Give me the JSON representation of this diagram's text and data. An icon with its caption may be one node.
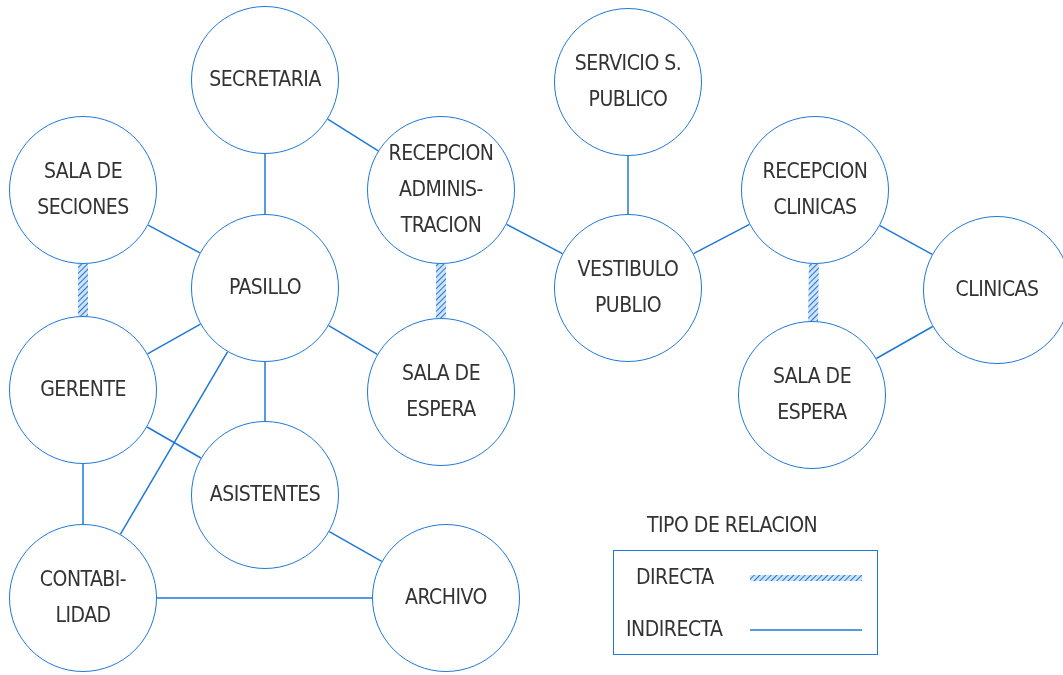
{
  "diagram": {
    "nodes": [
      {
        "text": [
          "SECRETARIA"
        ]
      },
      {
        "text": [
          "SALA DE SECIONES"
        ]
      },
      {
        "text": [
          "RECEPCION ADMINIS- TRACION"
        ]
      },
      {
        "text": [
          "SERVICIO S. PUBLICO"
        ]
      },
      {
        "text": [
          "RECEPCION CLINICAS"
        ]
      },
      {
        "text": [
          "PASILLO"
        ]
      },
      {
        "text": [
          "VESTIBULO PUBLIO"
        ]
      },
      {
        "text": [
          "CLINICAS"
        ]
      },
      {
        "text": [
          "GERENTE"
        ]
      },
      {
        "text": [
          "SALA DE ESPERA"
        ]
      },
      {
        "text": [
          "SALA DE ESPERA"
        ]
      },
      {
        "text": [
          "ASISTENTES"
        ]
      },
      {
        "text": [
          "CONTABI- LIDAD"
        ]
      },
      {
        "text": [
          "ARCHIVO"
        ]
      }
    ],
    "edges": [
      {
        "from": 0,
        "to": 5,
        "arrow": "none"
      },
      {
        "from": 0,
        "to": 2,
        "arrow": "none"
      },
      {
        "from": 1,
        "to": 5,
        "arrow": "none"
      },
      {
        "from": 1,
        "to": 8,
        "arrow": "none",
        "style": "thick"
      },
      {
        "from": 5,
        "to": 8,
        "arrow": "none"
      },
      {
        "from": 5,
        "to": 9,
        "arrow": "none"
      },
      {
        "from": 5,
        "to": 11,
        "arrow": "none"
      },
      {
        "from": 5,
        "to": 12,
        "arrow": "none"
      },
      {
        "from": 8,
        "to": 11,
        "arrow": "none"
      },
      {
        "from": 8,
        "to": 12,
        "arrow": "none"
      },
      {
        "from": 2,
        "to": 9,
        "arrow": "none",
        "style": "thick"
      },
      {
        "from": 2,
        "to": 6,
        "arrow": "none"
      },
      {
        "from": 3,
        "to": 6,
        "arrow": "none"
      },
      {
        "from": 6,
        "to": 4,
        "arrow": "none"
      },
      {
        "from": 4,
        "to": 10,
        "arrow": "none",
        "style": "thick"
      },
      {
        "from": 4,
        "to": 7,
        "arrow": "none"
      },
      {
        "from": 7,
        "to": 10,
        "arrow": "none"
      },
      {
        "from": 11,
        "to": 13,
        "arrow": "none"
      },
      {
        "from": 12,
        "to": 13,
        "arrow": "none"
      }
    ],
    "labels": [
      "TIPO DE RELACION"
    ],
    "legend": [
      {
        "text": "DIRECTA"
      },
      {
        "text": "INDIRECTA"
      }
    ]
  }
}
